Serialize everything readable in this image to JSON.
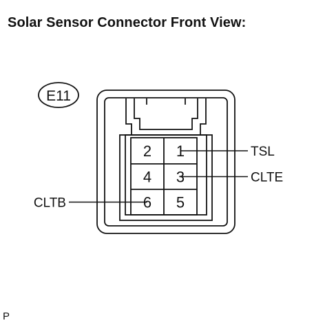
{
  "title": "Solar Sensor Connector Front View:",
  "connector_id": "E11",
  "pins": [
    {
      "number": "2",
      "row": 0,
      "col": 0
    },
    {
      "number": "1",
      "row": 0,
      "col": 1
    },
    {
      "number": "4",
      "row": 1,
      "col": 0
    },
    {
      "number": "3",
      "row": 1,
      "col": 1
    },
    {
      "number": "6",
      "row": 2,
      "col": 0
    },
    {
      "number": "5",
      "row": 2,
      "col": 1
    }
  ],
  "callouts": [
    {
      "label": "TSL",
      "pin": "1",
      "side": "right"
    },
    {
      "label": "CLTE",
      "pin": "3",
      "side": "right"
    },
    {
      "label": "CLTB",
      "pin": "6",
      "side": "left"
    }
  ],
  "footer": "P"
}
